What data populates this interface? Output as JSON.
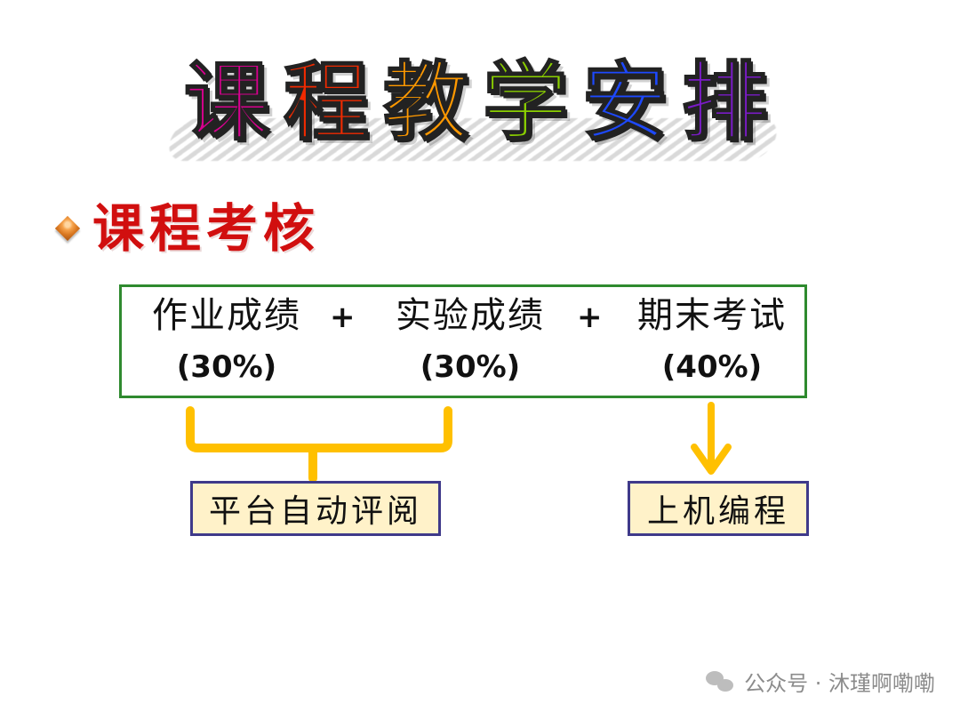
{
  "title": {
    "chars": [
      "课",
      "程",
      "教",
      "学",
      "安",
      "排"
    ],
    "colors": [
      "#d8008f",
      "#f02a00",
      "#ff9900",
      "#8bd000",
      "#1d49ff",
      "#7a1bc7"
    ]
  },
  "section": {
    "bullet_icon": "diamond-bullet-icon",
    "heading": "课程考核",
    "heading_color": "#d10f0f"
  },
  "assessment": {
    "items": [
      {
        "label": "作业成绩",
        "weight": "(30%)"
      },
      {
        "label": "实验成绩",
        "weight": "(30%)"
      },
      {
        "label": "期末考试",
        "weight": "(40%)"
      }
    ],
    "plus_1": "+",
    "plus_2": "+"
  },
  "methods": {
    "left": "平台自动评阅",
    "right": "上机编程"
  },
  "watermark": {
    "icon": "wechat-icon",
    "text": "公众号 · 沐瑾啊嘞嘞"
  },
  "colors": {
    "box_border": "#2f8a2f",
    "method_border": "#3f3a8a",
    "method_fill": "#fff2c9",
    "connector": "#ffc000"
  }
}
